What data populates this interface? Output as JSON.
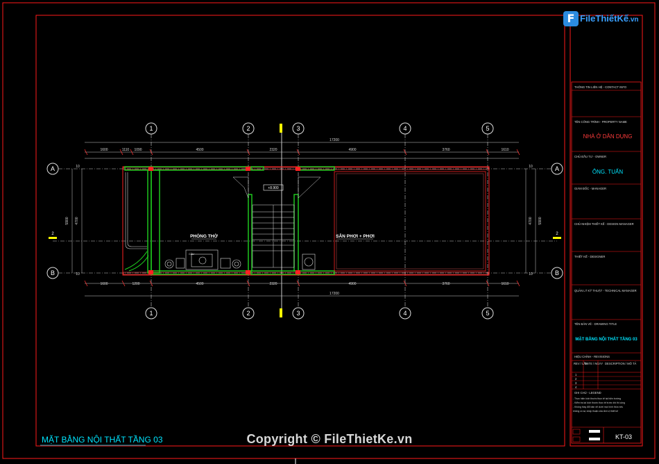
{
  "sheet": {
    "drawing_title": "MẶT BẰNG NỘI THẤT TẦNG 03",
    "watermark": "Copyright © FileThietKe.vn",
    "logo": {
      "mark": "F",
      "text": "FileThiếtKế",
      "suffix": ".vn"
    }
  },
  "plan": {
    "grid_columns": [
      "1",
      "2",
      "3",
      "4",
      "5"
    ],
    "grid_rows": [
      "A",
      "B"
    ],
    "section_marks": [
      "2",
      "2"
    ],
    "top_dims": [
      "1600",
      "1110",
      "1090",
      "4500",
      "2320",
      "4900",
      "3760",
      "1610"
    ],
    "bottom_dims": [
      "1600",
      "1200",
      "4500",
      "2320",
      "4900",
      "3760",
      "1610"
    ],
    "overall_dim_top": "17200",
    "overall_dim_bottom": "17200",
    "side_dims_left": [
      "5900",
      "4700"
    ],
    "side_dims_right": [
      "4700",
      "5900"
    ],
    "small_dims": [
      "10",
      "10",
      "10",
      "10"
    ],
    "rooms": [
      {
        "name": "PHÒNG THỜ"
      },
      {
        "name": "SÂN PHƠI + PHƠI"
      }
    ],
    "level_tag": "+8.900",
    "fixture_tag": "CÂU"
  },
  "title_block": {
    "contact": "THÔNG TIN LIÊN HỆ - CONTACT INFO",
    "project_label": "TÊN CÔNG TRÌNH - PROPERTY NAME",
    "project_name": "NHÀ Ở DÂN DỤNG",
    "owner_label": "CHỦ ĐẦU TƯ - OWNER",
    "owner_name": "ÔNG. TUẤN",
    "director_label": "GIÁM ĐỐC - MANAGER",
    "design_manager_label": "CHỦ NHIỆM THIẾT KẾ - DESIGN MANAGER",
    "designer_label": "THIẾT KẾ - DESIGNER",
    "tech_manager_label": "QUẢN LÝ KỸ THUẬT - TECHNICAL MANAGER",
    "drawing_title_label": "TÊN BẢN VẼ - DRAWING TITLE",
    "drawing_title": "MẶT BẰNG NỘI THẤT TẦNG 03",
    "revisions_label": "HIỆU CHỈNH - REVISIONS",
    "rev_headers": [
      "REV / LẦN",
      "DATE / NGÀY",
      "DESCRIPTION / MÔ TẢ"
    ],
    "rev_rows": [
      "1",
      "2",
      "3",
      "4"
    ],
    "notes_label": "GHI CHÚ - LEGEND",
    "notes": [
      "- Thực hiện kích thước thực tế tại hiện trường",
      "- Kiểm tra lại kích thước thực tế trước khi thi công",
      "- Không thay đổi bản vẽ dưới mọi hình thức nếu",
      "  không có sự chấp thuận của đơn vị thiết kế"
    ],
    "sheet_number": "KT-03"
  },
  "colors": {
    "frame": "#ff1a1a",
    "wall_green": "#1fd31f",
    "cut_red": "#ff2222",
    "grid_axis": "#ffffff",
    "cyan_text": "#00e5ff",
    "yellow": "#ffff00",
    "background": "#000000"
  }
}
